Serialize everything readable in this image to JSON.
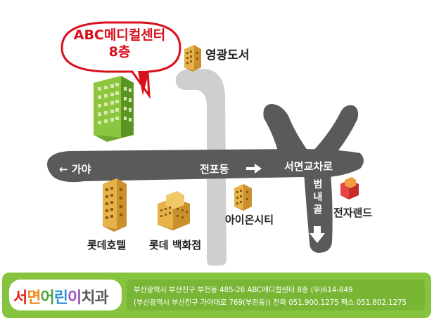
{
  "callout": {
    "line1": "ABC메디컬센터",
    "line2": "8층"
  },
  "landmarks": {
    "library": "영광도서",
    "hotel": "롯데호텔",
    "department_store": "롯데 백화점",
    "icity": "아이온시티",
    "electronics": "전자랜드"
  },
  "roads": {
    "west": "← 가야",
    "jeonpo": "전포동",
    "intersection": "서면교차로",
    "alley_chars": [
      "범",
      "내",
      "골"
    ]
  },
  "footer": {
    "logo_chars": [
      "서",
      "면",
      "어",
      "린",
      "이",
      "치",
      "과"
    ],
    "logo_colors": [
      "#e4201e",
      "#f08a1c",
      "#4aa53a",
      "#2f8fd6",
      "#9a4fc4",
      "#5a5a5a",
      "#5a5a5a"
    ],
    "address_line1": "부산광역시 부산진구 부전동 485-26 ABC메디컬센터 8층 (우)614-849",
    "address_line2": "(부산광역시 부산진구 가야대로 769(부전동)) 전화 051.900.1275   팩스 051.802.1275"
  },
  "colors": {
    "road": "#5a5a5a",
    "side_road": "#cfcfcf",
    "callout_red": "#d8101c",
    "footer_green": "#86c440",
    "building_green": "#8cc63f",
    "building_gold": "#e6b24a"
  }
}
